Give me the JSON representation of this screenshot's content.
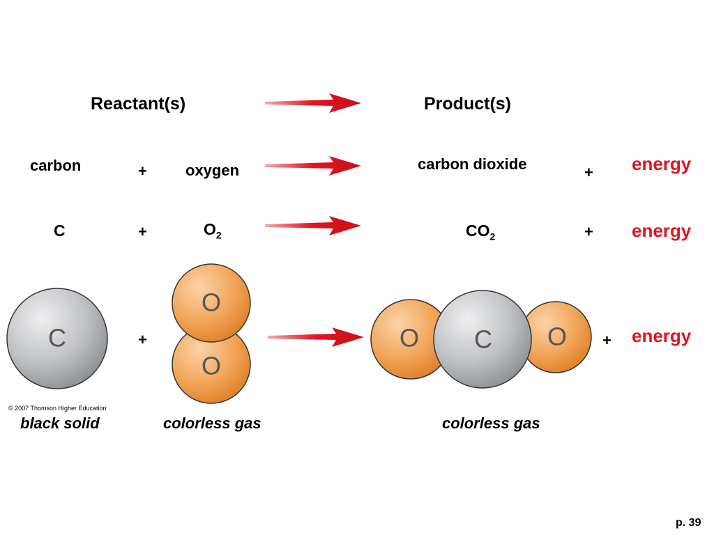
{
  "headers": {
    "reactants": "Reactant(s)",
    "products": "Product(s)"
  },
  "words": {
    "carbon": "carbon",
    "plus1": "+",
    "oxygen": "oxygen",
    "carbon_dioxide": "carbon dioxide",
    "plus2": "+",
    "energy": "energy"
  },
  "formulas": {
    "c": "C",
    "plus1": "+",
    "o": "O",
    "o_sub": "2",
    "co": "CO",
    "co_sub": "2",
    "plus2": "+",
    "energy": "energy"
  },
  "models": {
    "carbon_atom": "C",
    "oxygen_top": "O",
    "oxygen_bottom": "O",
    "plus1": "+",
    "co2_left_o": "O",
    "co2_c": "C",
    "co2_right_o": "O",
    "plus2": "+",
    "energy": "energy"
  },
  "descriptions": {
    "carbon": "black solid",
    "oxygen": "colorless gas",
    "co2": "colorless gas"
  },
  "copyright": "© 2007 Thomson Higher Education",
  "page_number": "p. 39",
  "colors": {
    "arrow": "#e0141e",
    "energy": "#e0141e",
    "carbon_atom": "#b8babd",
    "oxygen_atom": "#f2a65a"
  }
}
